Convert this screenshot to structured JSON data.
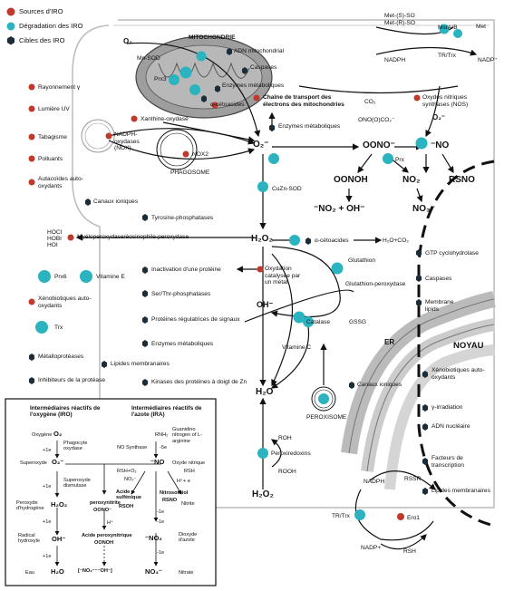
{
  "legend": {
    "sources": "Sources d'IRO",
    "degradation": "Dégradation des IRO",
    "cibles": "Cibles des IRO"
  },
  "colors": {
    "source": "#c0392b",
    "degradation": "#2bb3c0",
    "target": "#1c2d3a",
    "mito": "#9a9a9a",
    "er": "#c9c9c9"
  },
  "left": {
    "rayonnement": "Rayonnement γ",
    "uv": "Lumière UV",
    "tabagisme": "Tabagisme",
    "polluants": "Polluants",
    "autacoides": "Autacoïdes auto-oxydants",
    "canaux": "Canaux ioniques",
    "tyrosine": "Tyrosine-phosphatases",
    "hocl_lines": [
      "HOCl",
      "HOBr",
      "HOI"
    ],
    "myelo": "Myéloperoxydase/éosinophile-peroxydase",
    "prx6": "Prx6",
    "vitE": "Vitamine E",
    "xeno": "Xénobiotiques auto-oxydants",
    "trx": "Trx",
    "metallo": "Métalloprotéases",
    "lipides": "Lipides membranaires",
    "inhibiteurs": "Inhibiteurs de la protéase"
  },
  "mito": {
    "o2": "O₂",
    "mitochondrie": "MITOCHONDRIE",
    "adn": "ADN mitochondrial",
    "mnsod": "Mn-SOD",
    "caspases": "Caspases",
    "prx3": "Prx3",
    "enzymes": "Enzymes métaboliques",
    "chaine": "Chaîne de transport des électrons des mitochondries",
    "acon": "α-cétoacides",
    "xanthine": "Xanthine-oxydase",
    "nadph": "NADPH-oxydases (NOX)",
    "nox2": "NOX2",
    "phago": "PHAGOSOME",
    "enzymes2": "Enzymes métaboliques"
  },
  "centre": {
    "superoxide": "O₂⁻",
    "cuznsod": "CuZn-SOD",
    "h2o2": "H₂O₂",
    "acetoacides": "α-cétoacides",
    "h2oco2": "H₂O+CO₂",
    "glutathion": "Glutathion",
    "gpx": "Glutathion-peroxydase",
    "gssg": "GSSG",
    "inactivation": "Inactivation d'une protéine",
    "oxydation": "Oxydation catalysée par un métal",
    "serthr": "Ser/Thr-phosphatases",
    "proteines": "Protéines régulatrices de signaux",
    "enzymes": "Enzymes métaboliques",
    "kinases": "Kinases des protéines à doigt de Zn",
    "oh": "OH⁻",
    "catalase": "Catalase",
    "vitc": "Vitamine C",
    "h2o": "H₂O",
    "peroxisome": "PEROXISOME",
    "roh": "ROH",
    "peroxiredoxins": "Peroxiredoxins",
    "rooh": "ROOH",
    "h2o2b": "H₂O₂"
  },
  "no_branch": {
    "metso": "Met-(S)-SO",
    "metrso": "Met-(R)-SO",
    "msrab": "MsrA/B",
    "met": "Met",
    "nadph": "NADPH",
    "trtrx": "TR/Trx",
    "nadp": "NADP⁺",
    "oxydes": "Oxydes nitriques synthases (NOS)",
    "o2dot": "O₂⁻",
    "co2": "CO₂",
    "onooco2": "ONO(O)CO₂⁻",
    "oono": "OONO⁻",
    "no": "⁻NO",
    "prx": "Prx",
    "oonoh": "OONOH",
    "no2": "NO₂",
    "rsno": "RSNO",
    "no2oh": "⁻NO₂ + OH⁻",
    "no3": "NO₃⁻"
  },
  "right": {
    "gtp": "GTP cyclohydrolase",
    "caspases": "Caspases",
    "membrane": "Membrane lipids",
    "er": "ER",
    "noyau": "NOYAU",
    "canaux": "Canaux ioniques",
    "xeno": "Xénobiotiques auto-oxydants",
    "gamma": "γ-irradiation",
    "adn": "ADN nucléaire",
    "facteurs": "Facteurs de transcription",
    "lipides": "Lipides membranaires",
    "nadph": "NADPH",
    "rssr": "RSSR",
    "trtrx": "TR/Trx",
    "ero1": "Ero1",
    "nadp": "NADP+",
    "rsh": "RSH"
  },
  "inset": {
    "h_iro": "Intermédiaires réactifs de l'oxygène (IRO)",
    "h_ira": "Intermédiaires réactifs de l'azote (IRA)",
    "oxygene": "Oxygène",
    "o2": "O₂",
    "phagocyte": "Phagocyte oxydase",
    "superoxyde": "Superoxyde",
    "o2m": "O₂⁻",
    "sod": "Superoxyde dismutase",
    "peroxyde": "Peroxyde d'hydrogène",
    "h2o2": "H₂O₂",
    "radical": "Radical hydroxyle",
    "oh": "OH⁻",
    "eau": "Eau",
    "h2o": "H₂O",
    "e1": "+1e",
    "e2": "+1e",
    "e3": "+1e",
    "e4": "+1e",
    "rnh2": "RNH₂",
    "guanidino": "Guanidino nitrogen of L-arginine",
    "nos": "NO Synthase",
    "m5e": "-5e",
    "no": "⁻NO",
    "oxydenitrique": "Oxyde nitrique",
    "rshplus": "RSH+O₂",
    "no2m": "NO₂⁻",
    "rsh": "RSH",
    "hplus": "H⁺+ e",
    "acidesulf": "Acide sulfénique",
    "rsoh": "RSOH",
    "nitrosothiol": "Nitrosothiol",
    "rsno": "RSNO",
    "peroxynitrite": "peroxynitrite",
    "oono": "OONO⁻",
    "hp": "H⁺",
    "acideper": "Acide peroxynitrique",
    "oonoh": "OONOH",
    "m1e": "-1e",
    "nitrite": "Nitrite",
    "m1e2": "-1e",
    "no2": "⁻NO₂",
    "dioxyde": "Dioxyde d'azote",
    "m1e3": "-1e",
    "bracket": "[⁻NO₂⁻⁻⁻OH⁻]",
    "no3": "NO₃⁻",
    "nitrate": "Nitrate"
  }
}
